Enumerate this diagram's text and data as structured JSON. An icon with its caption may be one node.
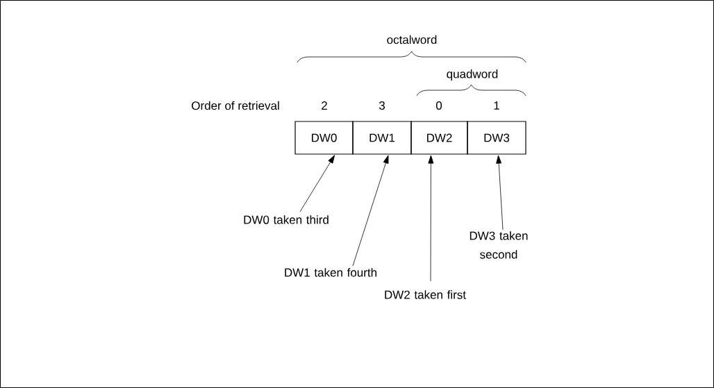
{
  "diagram": {
    "nodes": [
      {
        "text": [
          "DW0"
        ]
      },
      {
        "text": [
          "DW1"
        ]
      },
      {
        "text": [
          "DW2"
        ]
      },
      {
        "text": [
          "DW3"
        ]
      },
      {
        "text": [
          "DW0 taken third"
        ]
      },
      {
        "text": [
          "DW1 taken fourth"
        ]
      },
      {
        "text": [
          "DW2 taken first"
        ]
      },
      {
        "text": [
          "DW3 taken second"
        ]
      }
    ],
    "edges": [
      {
        "from": 4,
        "to": 0,
        "arrow": "to"
      },
      {
        "from": 5,
        "to": 1,
        "arrow": "to"
      },
      {
        "from": 6,
        "to": 2,
        "arrow": "to"
      },
      {
        "from": 7,
        "to": 3,
        "arrow": "to"
      }
    ],
    "labels": [
      "octalword",
      "quadword",
      "Order of retrieval",
      "2",
      "3",
      "0",
      "1"
    ]
  }
}
